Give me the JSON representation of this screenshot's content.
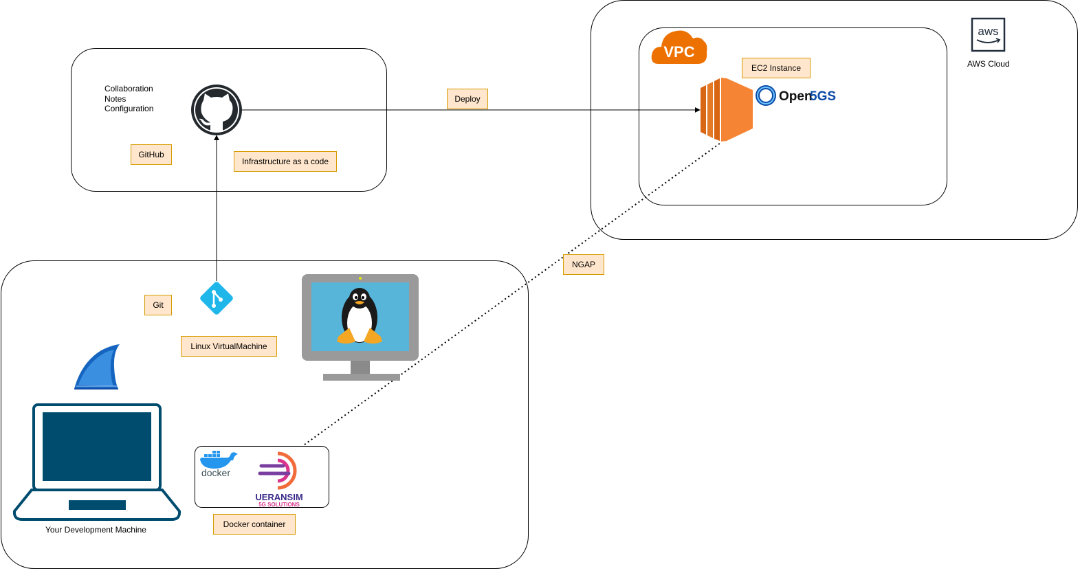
{
  "github": {
    "notes": [
      "Collaboration",
      "Notes",
      "Configuration"
    ],
    "label": "GitHub",
    "iac_label": "Infrastructure as a code"
  },
  "edges": {
    "deploy_label": "Deploy",
    "ngap_label": "NGAP"
  },
  "aws": {
    "cloud_label": "AWS Cloud",
    "logo_text": "aws",
    "vpc_text": "VPC",
    "ec2_label": "EC2 Instance",
    "open5gs_text_a": "Open",
    "open5gs_text_b": "5GS"
  },
  "dev": {
    "git_label": "Git",
    "vm_label": "Linux VirtualMachine",
    "machine_label": "Your Development Machine",
    "docker_label": "Docker container",
    "docker_text": "docker",
    "ueransim_text": "UERANSIM",
    "ueransim_sub": "5G SOLUTIONS"
  },
  "colors": {
    "label_fill": "#ffe6cc",
    "label_border": "#d79b00",
    "aws_orange": "#ed7100",
    "ec2_orange": "#f58534",
    "laptop_blue": "#004c6e",
    "linux_screen": "#57b5d9",
    "git_blue": "#1fb6ea",
    "docker_blue": "#2496ed",
    "open5gs_blue": "#0a4aa6"
  }
}
